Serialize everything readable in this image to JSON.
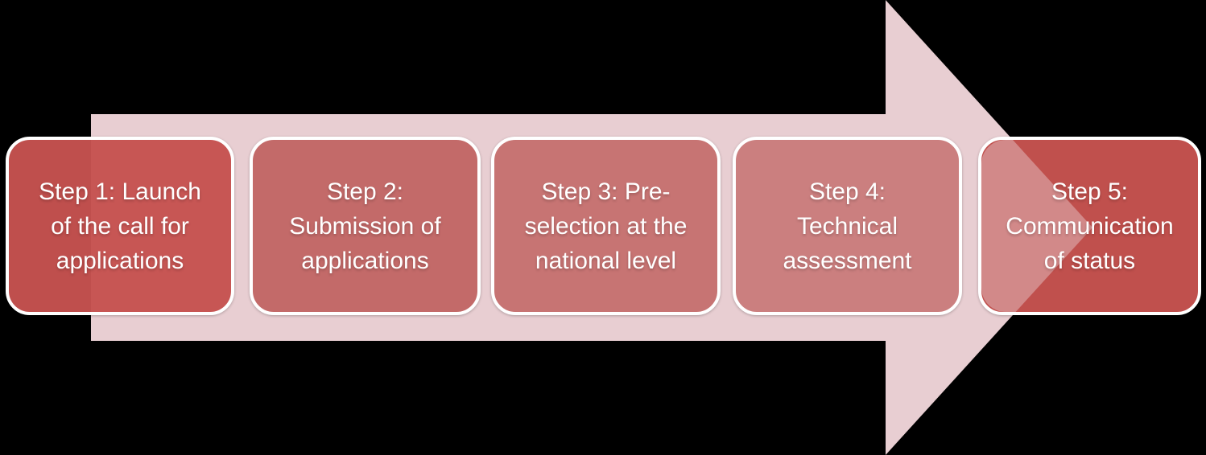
{
  "diagram": {
    "title": "Application process flow (5 steps)",
    "background_color": "#000000",
    "arrow_color": "#e8ced2",
    "box_border_color": "#ffffff",
    "text_color": "#ffffff",
    "steps": [
      {
        "id": 1,
        "label": "Step 1: Launch\nof the call for\napplications",
        "fill": "rgba(197,82,80,0.97)"
      },
      {
        "id": 2,
        "label": "Step 2:\nSubmission of\napplications",
        "fill": "#c36a69"
      },
      {
        "id": 3,
        "label": "Step 3: Pre-\nselection at the\nnational level",
        "fill": "#c77473"
      },
      {
        "id": 4,
        "label": "Step 4:\nTechnical\nassessment",
        "fill": "#cb7f7f"
      },
      {
        "id": 5,
        "label": "Step 5:\nCommunication\nof status",
        "fill": "#c0504d"
      }
    ]
  }
}
